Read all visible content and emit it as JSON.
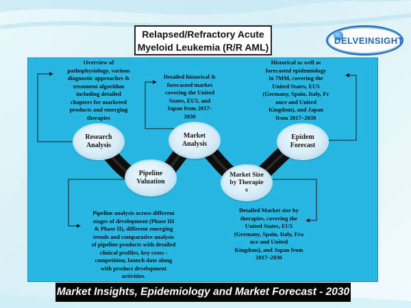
{
  "title": {
    "line1": "Relapsed/Refractory Acute",
    "line2": "Myeloid Leukemia (R/R AML)"
  },
  "logo": {
    "text": "DELVEINSIGHT",
    "icon": "delveinsight-logo-icon"
  },
  "nodes": {
    "research": "Research Analysis",
    "pipeline": "Pipeline Valuation",
    "market": "Market Analysis",
    "market_size": "Market Size by Therapie s",
    "epidem": "Epidem Forecast"
  },
  "blocks": {
    "research": [
      "Overview of",
      "pathophysiology, various",
      "diagnostic approaches &",
      "treatment algorithm",
      "including detailed",
      "chapters for marketed",
      "products and emerging",
      "therapies"
    ],
    "market": [
      "Detailed historical &",
      "forecasted market",
      "covering the United",
      "States, EU5, and",
      "Japan from 2017–",
      "2030"
    ],
    "epidem": [
      "Historical as well as",
      "forecasted epidemiology",
      "in 7MM, covering the",
      "United States, EU5",
      "(Germany, Spain, Italy, Fr",
      "ance and United",
      "Kingdom), and Japan",
      "from 2017–2030"
    ],
    "pipeline": [
      "Pipeline analysis across different",
      "stages of development (Phase III",
      "& Phase II), different emerging",
      "trends and comparative analysis",
      "of pipeline products with detailed",
      "clinical profiles, key cross -",
      "competition, launch date along",
      "with product development",
      "activities."
    ],
    "market_size": [
      "Detailed Market size by",
      "therapies, covering the",
      "United States, EU5",
      "(Germany, Spain, Italy, Fra",
      "nce and United",
      "Kingdom), and Japan from",
      "2017–2030"
    ]
  },
  "banner": "Market Insights, Epidemiology and Market Forecast - 2030",
  "colors": {
    "panel": "#28b6e3",
    "wave": "#0d0d0d",
    "banner_bg": "#050505",
    "logo_blue": "#1d63b2"
  }
}
